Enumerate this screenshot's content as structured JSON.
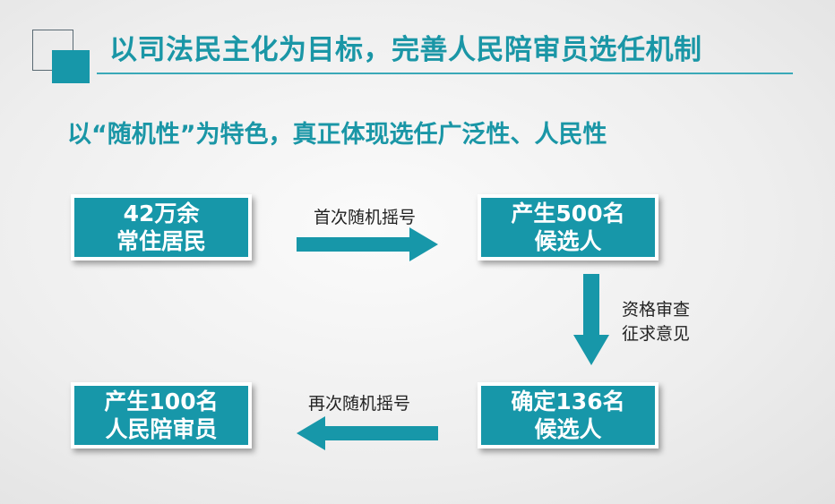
{
  "slide": {
    "title": "以司法民主化为目标，完善人民陪审员选任机制",
    "subtitle": "以“随机性”为特色，真正体现选任广泛性、人民性"
  },
  "flow": {
    "residents": {
      "line1": "42万余",
      "line2": "常住居民"
    },
    "candidates500": {
      "line1": "产生500名",
      "line2": "候选人"
    },
    "candidates136": {
      "line1": "确定136名",
      "line2": "候选人"
    },
    "jurors100": {
      "line1": "产生100名",
      "line2": "人民陪审员"
    },
    "step1_label": "首次随机摇号",
    "step2_label_line1": "资格审查",
    "step2_label_line2": "征求意见",
    "step3_label": "再次随机摇号"
  },
  "colors": {
    "accent": "#1797a9",
    "title": "#1a96a6",
    "box_border": "#ffffff",
    "label_text": "#222222"
  }
}
